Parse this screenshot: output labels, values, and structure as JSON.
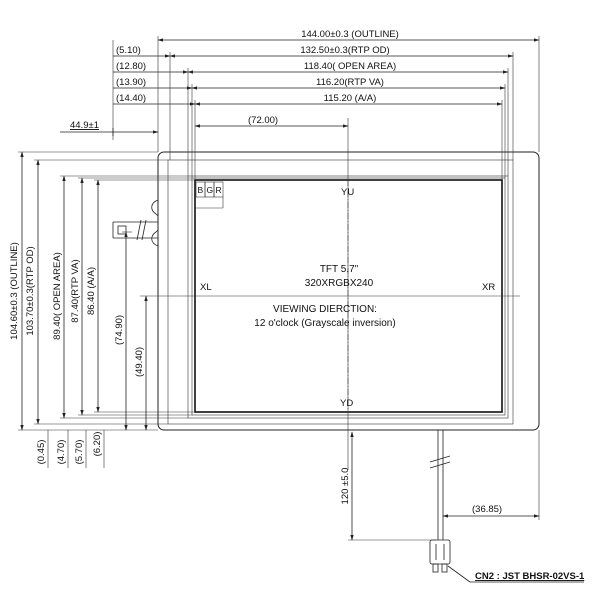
{
  "dimensions_top": [
    {
      "id": "outline_w",
      "text": "144.00±0.3 (OUTLINE)"
    },
    {
      "id": "rtp_od_w",
      "text": "132.50±0.3(RTP OD)"
    },
    {
      "id": "open_area_w",
      "text": "118.40( OPEN AREA)"
    },
    {
      "id": "rtp_va_w",
      "text": "116.20(RTP VA)"
    },
    {
      "id": "aa_w",
      "text": "115.20 (A/A)"
    },
    {
      "id": "off_510",
      "text": "(5.10)"
    },
    {
      "id": "off_1280",
      "text": "(12.80)"
    },
    {
      "id": "off_1390",
      "text": "(13.90)"
    },
    {
      "id": "off_1440",
      "text": "(14.40)"
    },
    {
      "id": "tail_449",
      "text": "44.9±1"
    },
    {
      "id": "center_7200",
      "text": "(72.00)"
    }
  ],
  "dimensions_left": [
    {
      "id": "outline_h",
      "text": "104.60±0.3 (OUTLINE)"
    },
    {
      "id": "rtp_od_h",
      "text": "103.70±0.3(RTP OD)"
    },
    {
      "id": "open_area_h",
      "text": "89.40( OPEN AREA)"
    },
    {
      "id": "rtp_va_h",
      "text": "87.40(RTP VA)"
    },
    {
      "id": "aa_h",
      "text": "86.40 (A/A)"
    },
    {
      "id": "h_7490",
      "text": "(74.90)"
    },
    {
      "id": "h_4940",
      "text": "(49.40)"
    }
  ],
  "dimensions_bottom": [
    {
      "id": "b_045",
      "text": "(0.45)"
    },
    {
      "id": "b_470",
      "text": "(4.70)"
    },
    {
      "id": "b_570",
      "text": "(5.70)"
    },
    {
      "id": "b_620",
      "text": "(6.20)"
    },
    {
      "id": "cable_len",
      "text": "120 ±5.0"
    },
    {
      "id": "cable_off",
      "text": "(36.85)"
    }
  ],
  "panel_labels": {
    "tft": "TFT 5.7\"",
    "resolution": "320XRGBX240",
    "viewing": "VIEWING DIERCTION:",
    "viewing_detail": "12 o'clock (Grayscale inversion)",
    "yu": "YU",
    "yd": "YD",
    "xl": "XL",
    "xr": "XR",
    "pix_b": "B",
    "pix_g": "G",
    "pix_r": "R"
  },
  "connector_label": "CN2 : JST BHSR-02VS-1"
}
